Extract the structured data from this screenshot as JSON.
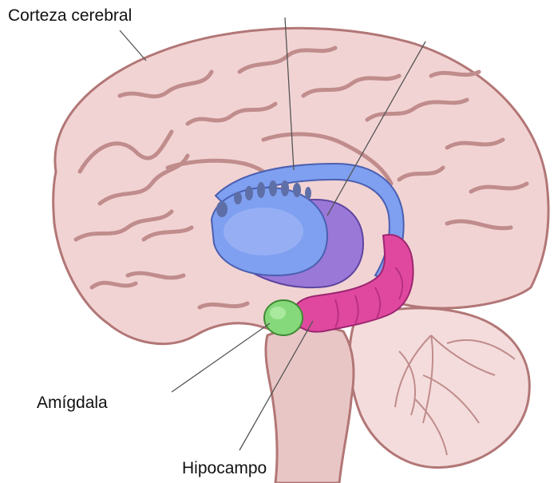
{
  "labels": {
    "cortex": "Corteza cerebral",
    "amygdala": "Amígdala",
    "hippocampus": "Hipocampo"
  },
  "colors": {
    "brain": "#f2d3d3",
    "brain_outline": "#b27676",
    "fold": "#c08c8c",
    "ventricle": "#7f9ff0",
    "thalamus_purple": "#9a78d8",
    "amygdala_green": "#86d97a",
    "hippocampus_magenta": "#e0489f",
    "brainstem": "#e9c6c6",
    "cerebellum": "#f4dcdc"
  }
}
